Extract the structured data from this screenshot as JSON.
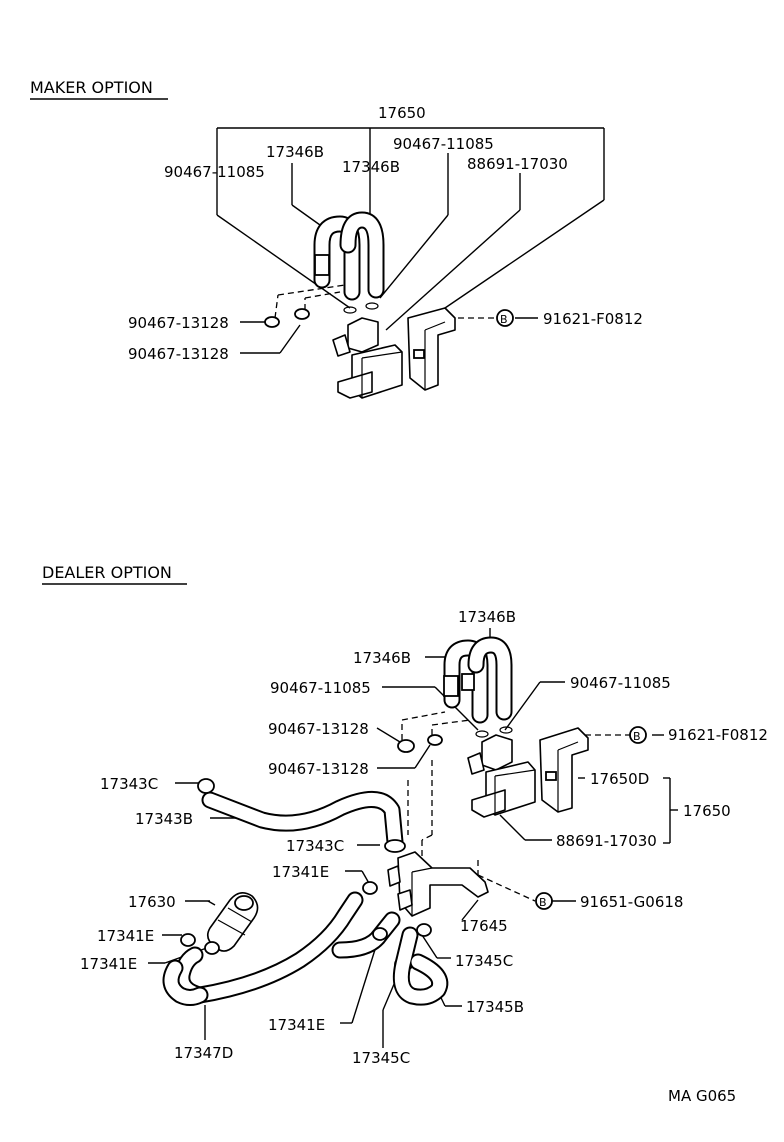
{
  "maker": {
    "heading": "MAKER OPTION",
    "labels": {
      "assy": "17650",
      "hose_b1": "17346B",
      "hose_b2": "17346B",
      "clamp_left": "90467-11085",
      "clamp_right": "90467-11085",
      "vsv": "88691-17030",
      "bolt": "91621-F0812",
      "clip_1": "90467-13128",
      "clip_2": "90467-13128",
      "bolt_mark": "B"
    }
  },
  "dealer": {
    "heading": "DEALER OPTION",
    "labels": {
      "hose_b_top": "17346B",
      "hose_b_left": "17346B",
      "clamp_left": "90467-11085",
      "clamp_right": "90467-11085",
      "clip_1": "90467-13128",
      "clip_2": "90467-13128",
      "bolt_1": "91621-F0812",
      "bolt_1_mark": "B",
      "sub_assy": "17650D",
      "assy": "17650",
      "vsv": "88691-17030",
      "bolt_2": "91651-G0618",
      "bolt_2_mark": "B",
      "bracket": "17645",
      "clamp_c1": "17343C",
      "hose_17343b": "17343B",
      "clamp_c2": "17343C",
      "clamp_e1": "17341E",
      "filter": "17630",
      "clamp_e2": "17341E",
      "clamp_e3": "17341E",
      "clamp_c3": "17345C",
      "clamp_e4": "17341E",
      "hose_17345b": "17345B",
      "hose_17347d": "17347D",
      "clamp_c4": "17345C"
    }
  },
  "figure_code": "MA G065"
}
